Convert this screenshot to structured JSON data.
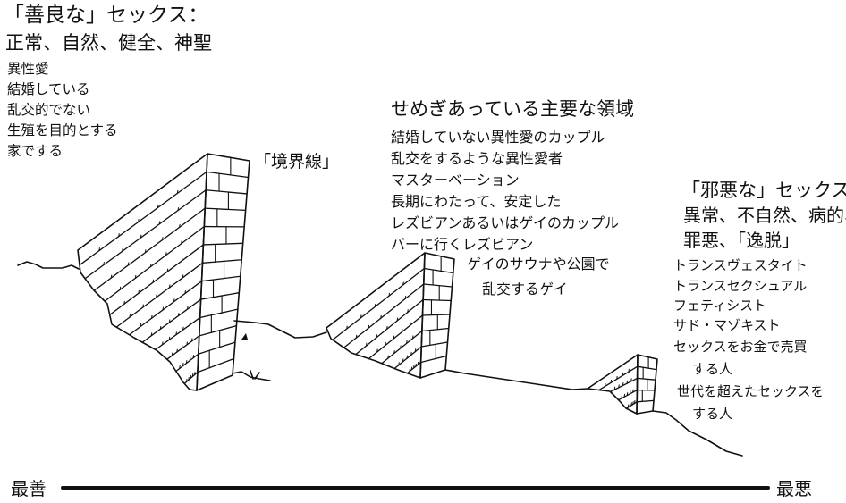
{
  "good": {
    "title": "「善良な」セックス：",
    "subtitle": "正常、自然、健全、神聖",
    "items": [
      "異性愛",
      "結婚している",
      "乱交的でない",
      "生殖を目的とする",
      "家でする"
    ]
  },
  "boundary_label": "「境界線」",
  "contested": {
    "title": "せめぎあっている主要な領域",
    "items": [
      "結婚していない異性愛のカップル",
      "乱交をするような異性愛者",
      "マスターベーション",
      "長期にわたって、安定した",
      "レズビアンあるいはゲイのカップル",
      "バーに行くレズビアン"
    ],
    "extra": [
      "ゲイのサウナや公園で",
      "乱交するゲイ"
    ]
  },
  "bad": {
    "title": "「邪悪な」セックス：",
    "subtitle_line1": "異常、不自然、病的、",
    "subtitle_line2": "罪悪、「逸脱」",
    "items": [
      "トランスヴェスタイト",
      "トランスセクシュアル",
      "フェティシスト",
      "サド・マゾキスト",
      "セックスをお金で売買",
      "する人",
      "世代を超えたセックスを",
      "する人"
    ]
  },
  "scale": {
    "best": "最善",
    "worst": "最悪"
  }
}
